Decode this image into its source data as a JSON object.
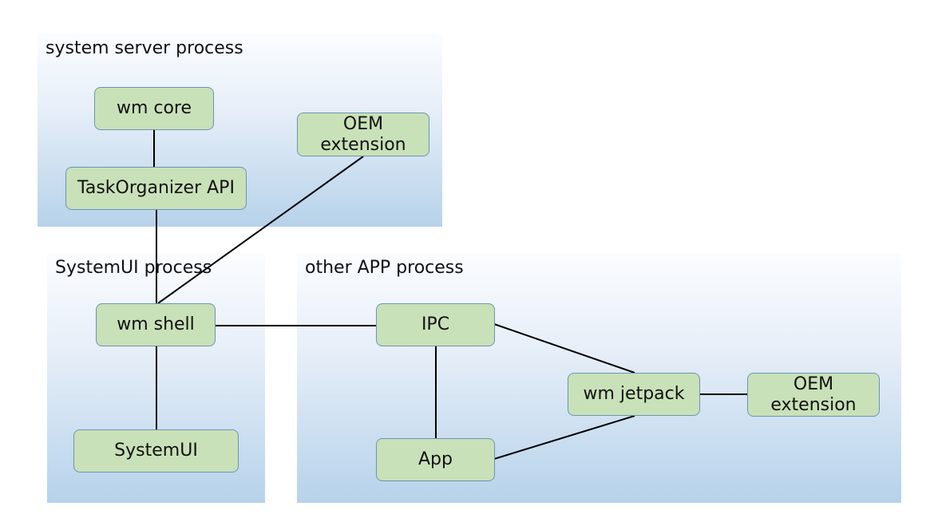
{
  "groups": {
    "system_server": "system server process",
    "systemui": "SystemUI process",
    "other_app": "other APP process"
  },
  "nodes": {
    "wm_core": "wm core",
    "task_organizer": "TaskOrganizer API",
    "oem_server": "OEM\nextension",
    "wm_shell": "wm shell",
    "systemui": "SystemUI",
    "ipc": "IPC",
    "app": "App",
    "wm_jetpack": "wm jetpack",
    "oem_app": "OEM\nextension"
  },
  "colors": {
    "node_fill": "#c9e1b8",
    "node_border": "#6b94b3",
    "group_gradient_top": "#fbfdff",
    "group_gradient_bottom": "#b6d2ea",
    "link": "#000000"
  }
}
